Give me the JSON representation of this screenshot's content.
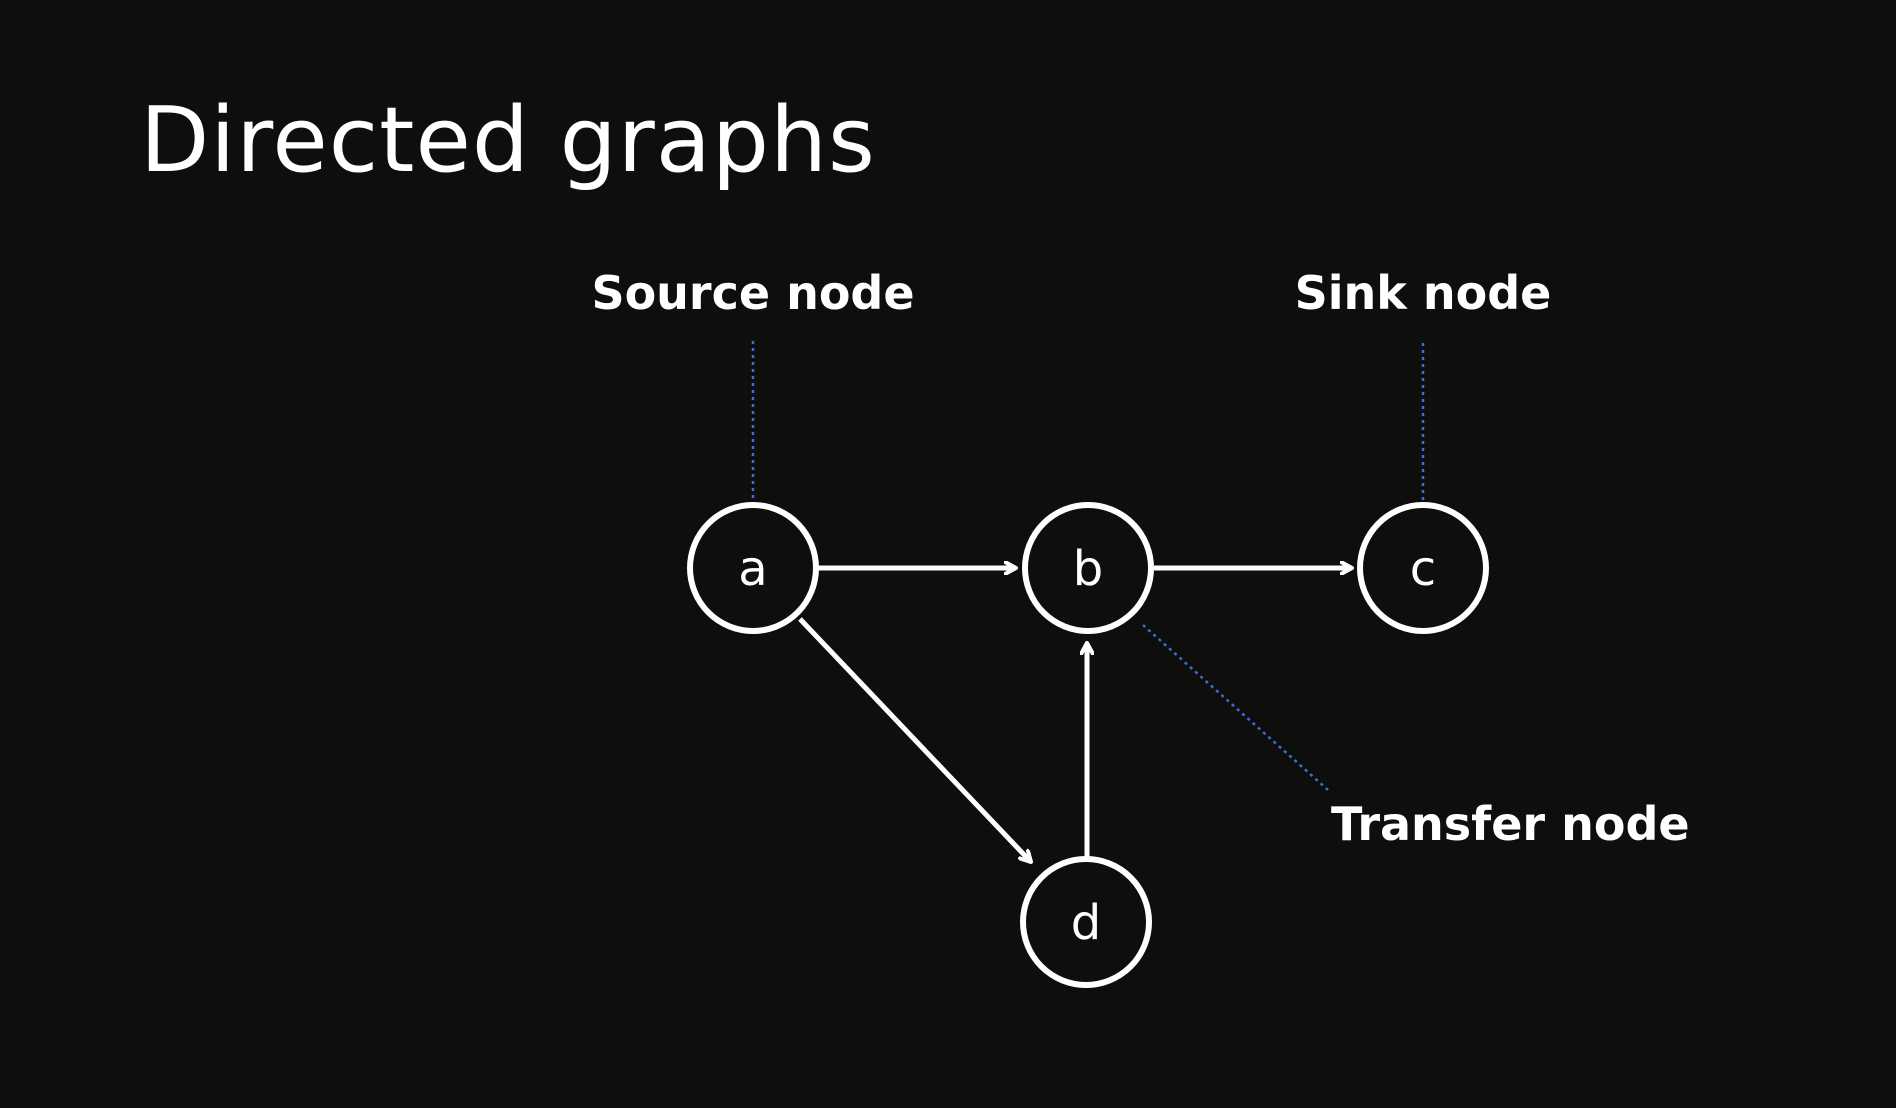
{
  "slide": {
    "title": "Directed graphs",
    "background_color": "#0e0e0c",
    "foreground_color": "#ffffff",
    "callout_line_color": "#3b6fd6"
  },
  "diagram": {
    "nodes": [
      {
        "id": "a",
        "label": "a"
      },
      {
        "id": "b",
        "label": "b"
      },
      {
        "id": "c",
        "label": "c"
      },
      {
        "id": "d",
        "label": "d"
      }
    ],
    "edges": [
      {
        "from": "a",
        "to": "b"
      },
      {
        "from": "b",
        "to": "c"
      },
      {
        "from": "a",
        "to": "d"
      },
      {
        "from": "d",
        "to": "b"
      }
    ],
    "callouts": [
      {
        "label": "Source node",
        "target": "a"
      },
      {
        "label": "Sink node",
        "target": "c"
      },
      {
        "label": "Transfer node",
        "target": "b"
      }
    ]
  }
}
